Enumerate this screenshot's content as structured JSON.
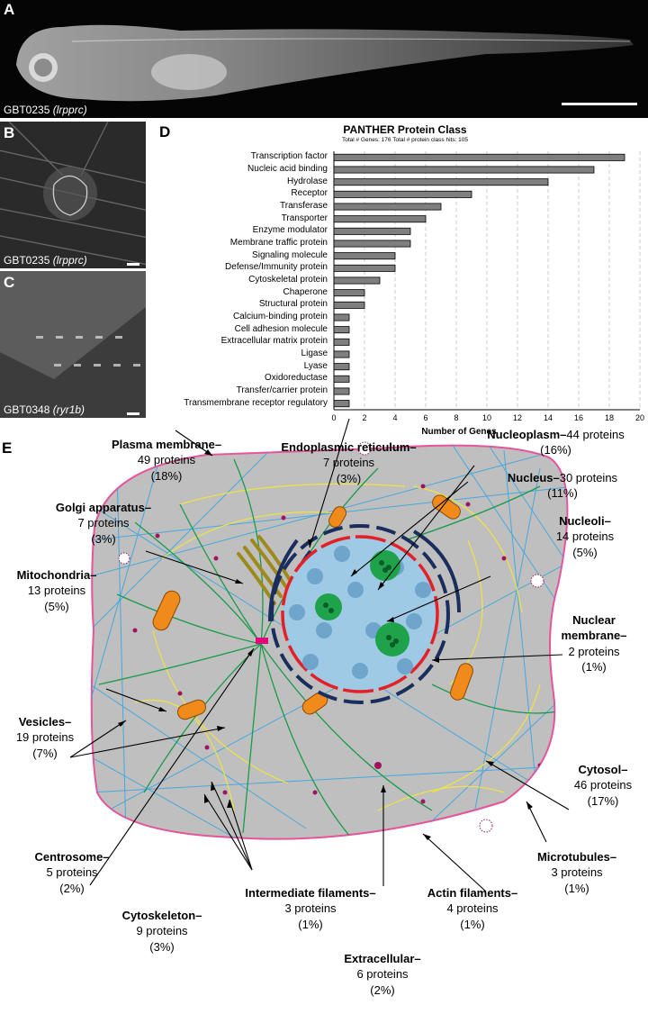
{
  "panels": {
    "a": {
      "letter": "A",
      "label_id": "GBT0235",
      "label_gene": "(lrpprc)"
    },
    "b": {
      "letter": "B",
      "label_id": "GBT0235",
      "label_gene": "(lrpprc)"
    },
    "c": {
      "letter": "C",
      "label_id": "GBT0348",
      "label_gene": "(ryr1b)"
    },
    "d": {
      "letter": "D"
    },
    "e": {
      "letter": "E"
    }
  },
  "chart_data": {
    "type": "bar",
    "orientation": "horizontal",
    "title": "PANTHER  Protein Class",
    "subtitle": "Total # Genes: 176 Total # protein class hits: 105",
    "xlabel": "Number of Genes",
    "ylabel": "",
    "xlim": [
      0,
      20
    ],
    "xticks": [
      "0",
      "2",
      "4",
      "6",
      "8",
      "10",
      "12",
      "14",
      "16",
      "18",
      "20"
    ],
    "grid": "vertical dashed",
    "bar_color": "#7f7f7f",
    "categories": [
      "Transcription factor",
      "Nucleic acid binding",
      "Hydrolase",
      "Receptor",
      "Transferase",
      "Transporter",
      "Enzyme modulator",
      "Membrane traffic protein",
      "Signaling molecule",
      "Defense/Immunity protein",
      "Cytoskeletal protein",
      "Chaperone",
      "Structural protein",
      "Calcium-binding protein",
      "Cell adhesion molecule",
      "Extracellular matrix protein",
      "Ligase",
      "Lyase",
      "Oxidoreductase",
      "Transfer/carrier protein",
      "Transmembrane receptor regulatory"
    ],
    "values": [
      19,
      17,
      14,
      9,
      7,
      6,
      5,
      5,
      4,
      4,
      3,
      2,
      2,
      1,
      1,
      1,
      1,
      1,
      1,
      1,
      1
    ]
  },
  "cell_labels": [
    {
      "key": "plasma",
      "head": "Plasma membrane–",
      "line2": "49 proteins",
      "line3": "(18%)"
    },
    {
      "key": "er",
      "head": "Endoplasmic reticulum–",
      "line2": "7 proteins",
      "line3": "(3%)"
    },
    {
      "key": "nucleoplasm",
      "head": "Nucleoplasm–",
      "inline": "44 proteins",
      "line3": "(16%)"
    },
    {
      "key": "nucleus",
      "head": "Nucleus–",
      "inline": "30 proteins",
      "line3": "(11%)"
    },
    {
      "key": "golgi",
      "head": "Golgi apparatus–",
      "line2": "7 proteins",
      "line3": "(3%)"
    },
    {
      "key": "nucleoli",
      "head": "Nucleoli–",
      "line2": "14 proteins",
      "line3": "(5%)"
    },
    {
      "key": "mito",
      "head": "Mitochondria–",
      "line2": "13 proteins",
      "line3": "(5%)"
    },
    {
      "key": "nucmem",
      "head": "Nuclear",
      "line2b": "membrane–",
      "line2": "2 proteins",
      "line3": "(1%)"
    },
    {
      "key": "vesicles",
      "head": "Vesicles–",
      "line2": "19 proteins",
      "line3": "(7%)"
    },
    {
      "key": "cytosol",
      "head": "Cytosol–",
      "line2": "46 proteins",
      "line3": "(17%)"
    },
    {
      "key": "centrosome",
      "head": "Centrosome–",
      "line2": "5 proteins",
      "line3": "(2%)"
    },
    {
      "key": "microtubules",
      "head": "Microtubules–",
      "line2": "3 proteins",
      "line3": "(1%)"
    },
    {
      "key": "cytoskeleton",
      "head": "Cytoskeleton–",
      "line2": "9 proteins",
      "line3": "(3%)"
    },
    {
      "key": "intermediate",
      "head": "Intermediate filaments–",
      "line2": "3 proteins",
      "line3": "(1%)"
    },
    {
      "key": "actin",
      "head": "Actin filaments–",
      "line2": "4 proteins",
      "line3": "(1%)"
    },
    {
      "key": "extracellular",
      "head": "Extracellular–",
      "line2": "6 proteins",
      "line3": "(2%)"
    }
  ]
}
